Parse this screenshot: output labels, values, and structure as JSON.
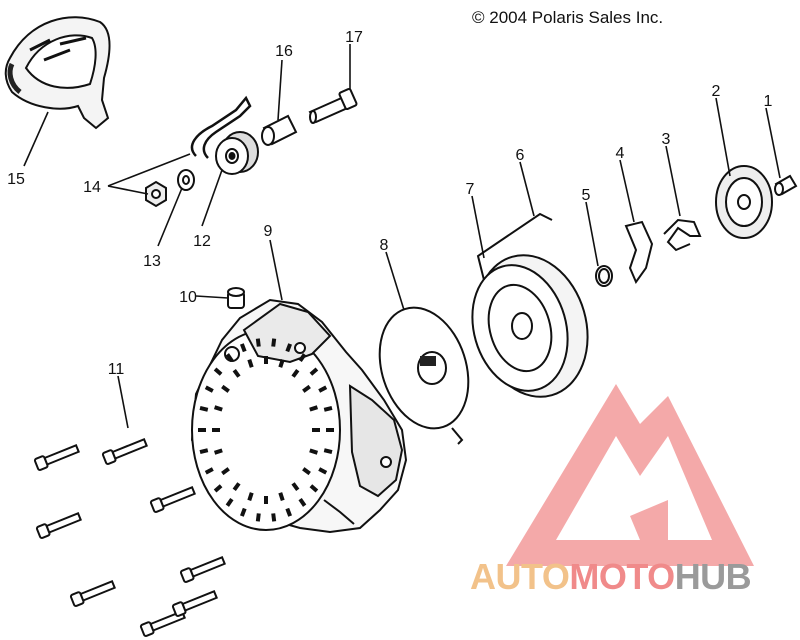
{
  "copyright": "© 2004 Polaris Sales Inc.",
  "callouts": [
    "1",
    "2",
    "3",
    "4",
    "5",
    "6",
    "7",
    "8",
    "9",
    "10",
    "11",
    "12",
    "13",
    "14",
    "15",
    "16",
    "17"
  ],
  "watermark": {
    "part1": "AUTO",
    "part2": "MOTO",
    "part3": "HUB",
    "color1": "#f2c28a",
    "color2": "#f08a8a",
    "color3": "#9a9a9a"
  },
  "colors": {
    "line": "#111111",
    "logo": "#f28b8b"
  }
}
